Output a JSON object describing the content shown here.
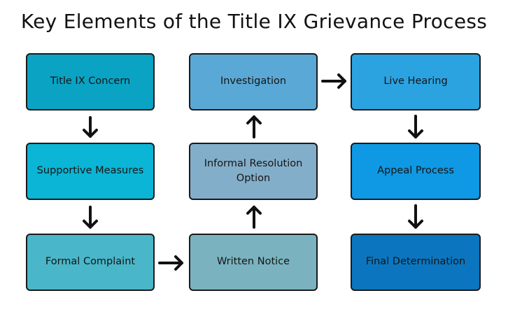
{
  "title": "Key Elements of the Title IX Grievance Process",
  "steps": {
    "concern": "Title IX Concern",
    "supportive": "Supportive Measures",
    "formal": "Formal Complaint",
    "notice": "Written Notice",
    "informal": "Informal Resolution Option",
    "investigation": "Investigation",
    "hearing": "Live Hearing",
    "appeal": "Appeal Process",
    "final": "Final Determination"
  },
  "colors": {
    "border": "#1a1a1a",
    "arrow": "#111111",
    "concern": "#0aa3c3",
    "supportive": "#0ab5d6",
    "formal": "#4ab6c9",
    "investigation": "#5aa8d5",
    "informal": "#83aec9",
    "notice": "#7ab3bf",
    "hearing": "#2ba3e0",
    "appeal": "#0f98e3",
    "final": "#0b76bf"
  }
}
